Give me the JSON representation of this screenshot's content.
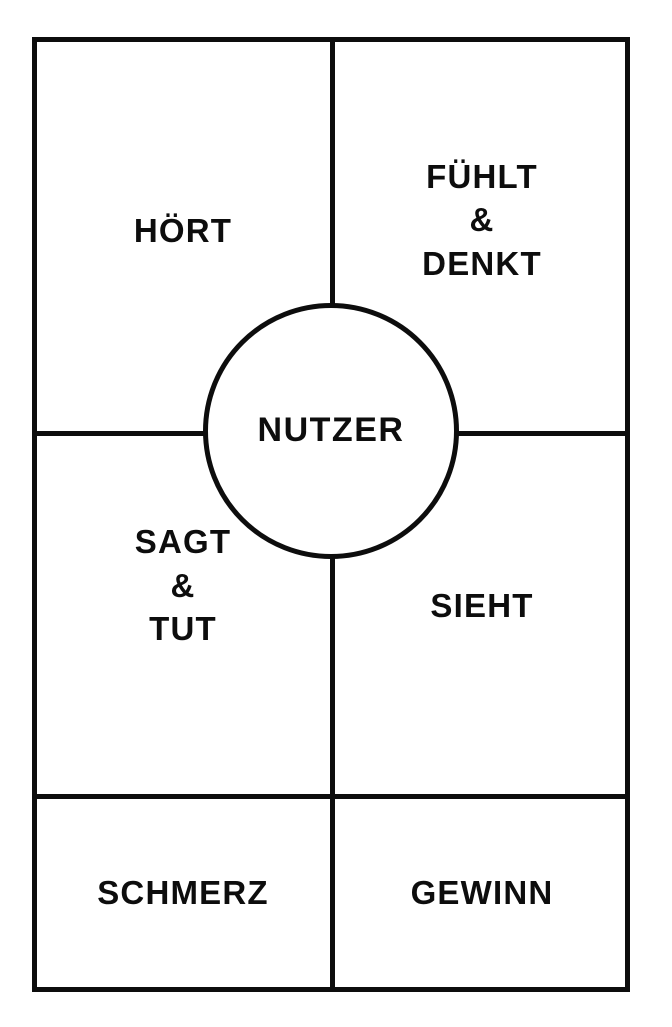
{
  "diagram": {
    "type": "empathy-map",
    "language": "de",
    "center": {
      "label": "NUTZER"
    },
    "regions": [
      {
        "key": "hears",
        "label": "HÖRT",
        "position": "top-left"
      },
      {
        "key": "thinks",
        "label": "FÜHLT\n&\nDENKT",
        "position": "top-right"
      },
      {
        "key": "says",
        "label": "SAGT\n&\nTUT",
        "position": "middle-left"
      },
      {
        "key": "sees",
        "label": "SIEHT",
        "position": "middle-right"
      },
      {
        "key": "pain",
        "label": "SCHMERZ",
        "position": "bottom-left"
      },
      {
        "key": "gain",
        "label": "GEWINN",
        "position": "bottom-right"
      }
    ],
    "colors": {
      "line": "#0d0d0d",
      "background": "#ffffff",
      "text": "#0d0d0d"
    }
  }
}
